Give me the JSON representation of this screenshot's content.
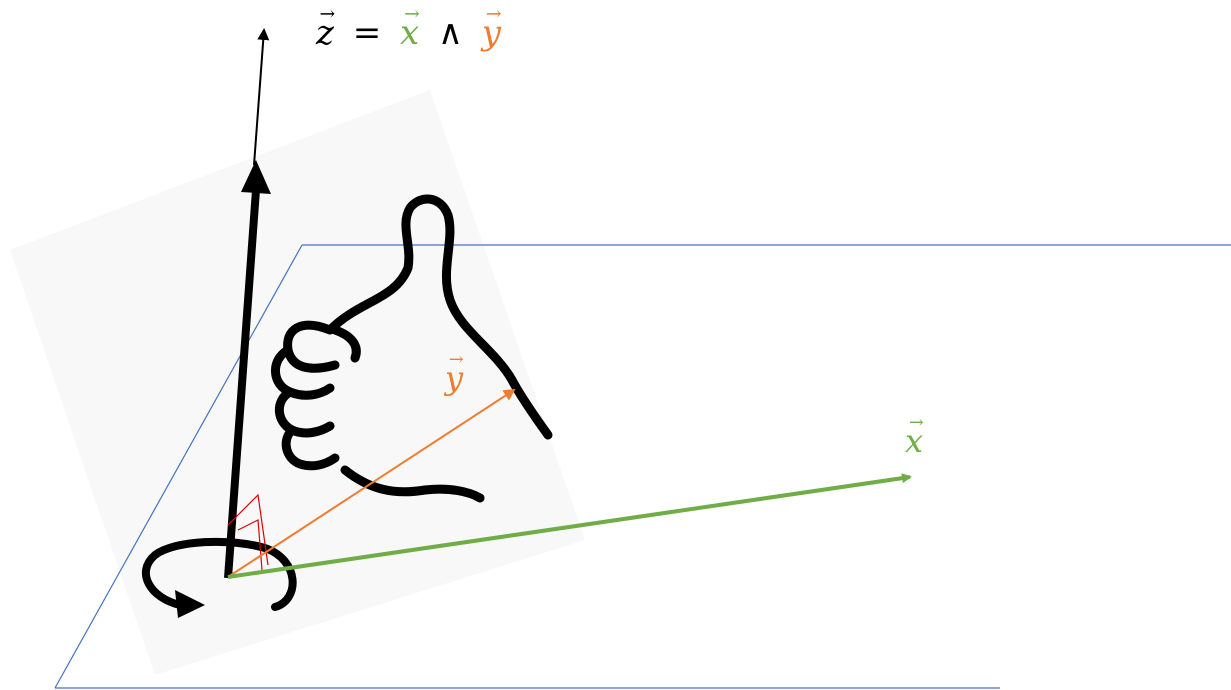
{
  "equation": {
    "lhs": "z",
    "equals": "=",
    "op1": "x",
    "wedge": "∧",
    "op2": "y"
  },
  "labels": {
    "x": "x",
    "y": "y"
  },
  "colors": {
    "x_vector": "#70ad47",
    "y_vector": "#ed7d31",
    "z_vector": "#000000",
    "plane": "#4472c4",
    "right_angle": "#e00000"
  },
  "icons": [
    "right-hand-thumb-up-icon",
    "rotation-arrow-icon"
  ]
}
